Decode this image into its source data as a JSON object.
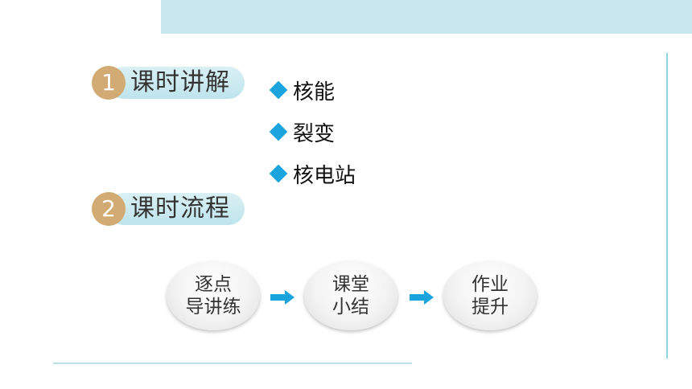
{
  "sections": [
    {
      "number": "1",
      "label": "课时讲解"
    },
    {
      "number": "2",
      "label": "课时流程"
    }
  ],
  "topics": [
    "核能",
    "裂变",
    "核电站"
  ],
  "flow_steps": [
    {
      "line1": "逐点",
      "line2": "导讲练"
    },
    {
      "line1": "课堂",
      "line2": "小结"
    },
    {
      "line1": "作业",
      "line2": "提升"
    }
  ],
  "colors": {
    "accent": "#1ba3dd",
    "badge": "#d1ab73",
    "pill": "#c9e7ef"
  }
}
